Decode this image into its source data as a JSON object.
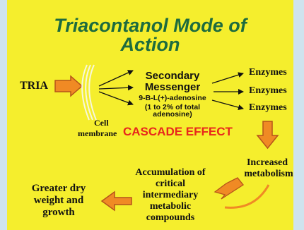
{
  "title": {
    "line1": "Triacontanol Mode of",
    "line2": "Action"
  },
  "diagram": {
    "tria": "TRIA",
    "cell_membrane": {
      "line1": "Cell",
      "line2": "membrane"
    },
    "secondary_messenger": {
      "line1": "Secondary",
      "line2": "Messenger",
      "line3": "9-B-L(+)-adenosine",
      "line4": "(1 to 2% of total",
      "line5": "adenosine)"
    },
    "enzymes": [
      "Enzymes",
      "Enzymes",
      "Enzymes"
    ],
    "cascade_effect": "CASCADE EFFECT",
    "increased_metabolism": {
      "line1": "Increased",
      "line2": "metabolism"
    },
    "accumulation": {
      "line1": "Accumulation of",
      "line2": "critical",
      "line3": "intermediary",
      "line4": "metabolic",
      "line5": "compounds"
    },
    "greater_dry_weight": {
      "line1": "Greater dry",
      "line2": "weight and",
      "line3": "growth"
    }
  },
  "colors": {
    "background": "#f5ee2d",
    "frame": "#cfe3ee",
    "title": "#1d6b3e",
    "cascade": "#e8261c",
    "arrow_fill": "#f08a24",
    "arrow_stroke": "#b5541a",
    "text": "#111111"
  }
}
